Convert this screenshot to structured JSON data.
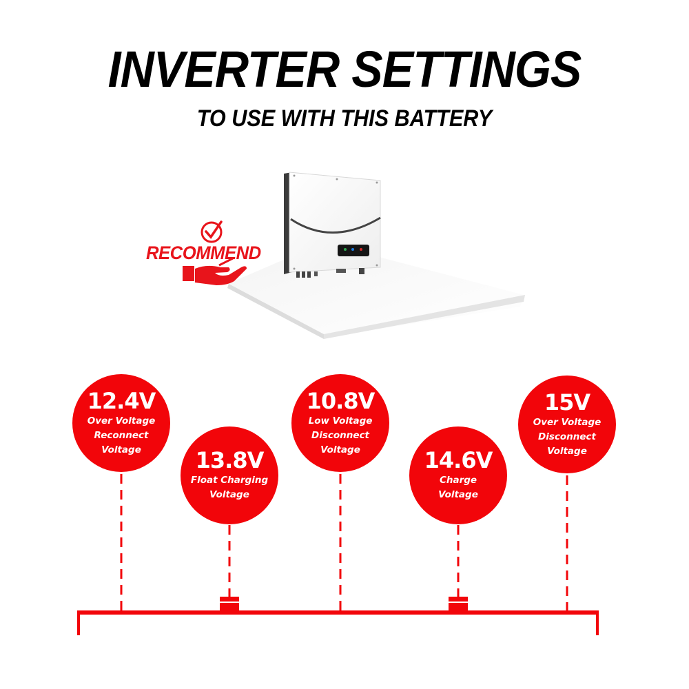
{
  "header": {
    "title": "INVERTER SETTINGS",
    "subtitle": "TO USE WITH THIS BATTERY"
  },
  "badge": {
    "label": "RECOMMEND",
    "icons": [
      "check-circle-icon",
      "hand-icon"
    ],
    "color": "#e8141b"
  },
  "product": {
    "name": "inverter",
    "indicator_lights": [
      "#2fa84f",
      "#1e7be0",
      "#d62b2b"
    ]
  },
  "colors": {
    "accent": "#f2050a",
    "text_on_accent": "#ffffff",
    "title": "#000000"
  },
  "settings": [
    {
      "value": "12.4V",
      "label_lines": [
        "Over Voltage",
        "Reconnect",
        "Voltage"
      ]
    },
    {
      "value": "13.8V",
      "label_lines": [
        "Float Charging",
        "Voltage"
      ]
    },
    {
      "value": "10.8V",
      "label_lines": [
        "Low Voltage",
        "Disconnect",
        "Voltage"
      ]
    },
    {
      "value": "14.6V",
      "label_lines": [
        "Charge",
        "Voltage"
      ]
    },
    {
      "value": "15V",
      "label_lines": [
        "Over Voltage",
        "Disconnect",
        "Voltage"
      ]
    }
  ]
}
